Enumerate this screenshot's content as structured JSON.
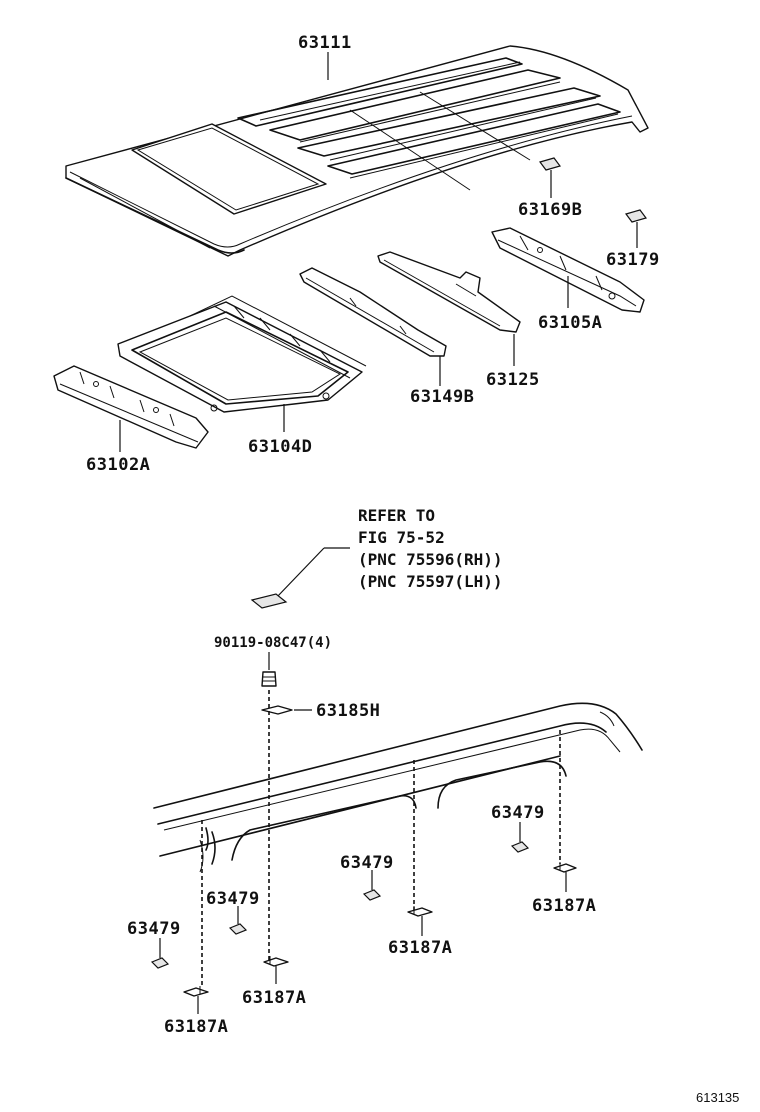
{
  "labels": {
    "roof_panel": "63111",
    "bracket_63169b": "63169B",
    "pad_63179": "63179",
    "roof_rail_rear": "63105A",
    "bow_63125": "63125",
    "bow_63149b": "63149B",
    "sunroof_reinforcement": "63104D",
    "front_header": "63102A",
    "bolt": "90119-08C47(4)",
    "clip_63185h": "63185H",
    "retainer_a": "63479",
    "retainer_b": "63479",
    "retainer_c": "63479",
    "retainer_d": "63479",
    "clip_a": "63187A",
    "clip_b": "63187A",
    "clip_c": "63187A",
    "clip_d": "63187A"
  },
  "reference_note": {
    "line1": "REFER TO",
    "line2": "FIG 75-52",
    "line3": "(PNC 75596(RH))",
    "line4": "(PNC 75597(LH))"
  },
  "figure_id": "613135"
}
